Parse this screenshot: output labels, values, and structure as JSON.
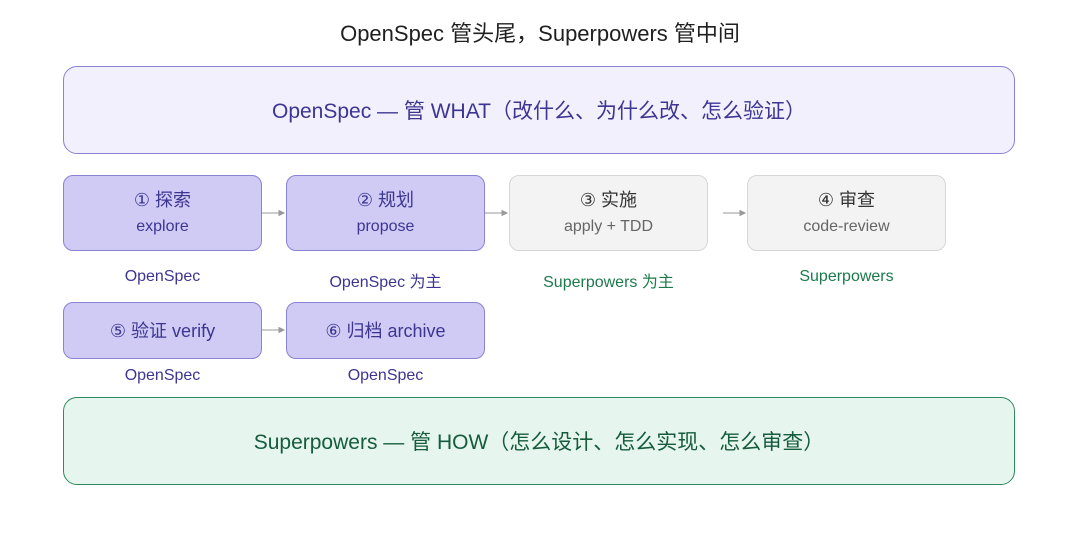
{
  "title": "OpenSpec 管头尾，Superpowers 管中间",
  "top_band": "OpenSpec — 管 WHAT（改什么、为什么改、怎么验证）",
  "bottom_band": "Superpowers — 管 HOW（怎么设计、怎么实现、怎么审查）",
  "steps": [
    {
      "name": "① 探索",
      "sub": "explore",
      "owner": "OpenSpec"
    },
    {
      "name": "② 规划",
      "sub": "propose",
      "owner": "OpenSpec 为主"
    },
    {
      "name": "③ 实施",
      "sub": "apply + TDD",
      "owner": "Superpowers 为主"
    },
    {
      "name": "④ 审查",
      "sub": "code-review",
      "owner": "Superpowers"
    },
    {
      "name": "⑤ 验证 verify",
      "owner": "OpenSpec"
    },
    {
      "name": "⑥ 归档 archive",
      "owner": "OpenSpec"
    }
  ],
  "colors": {
    "openspec_fill": "#cfcbf5",
    "openspec_border": "#8a82d4",
    "openspec_text": "#3d3592",
    "superpowers_band_fill": "#e7f5ef",
    "superpowers_text": "#1c7a4a",
    "neutral_fill": "#f3f3f3"
  }
}
